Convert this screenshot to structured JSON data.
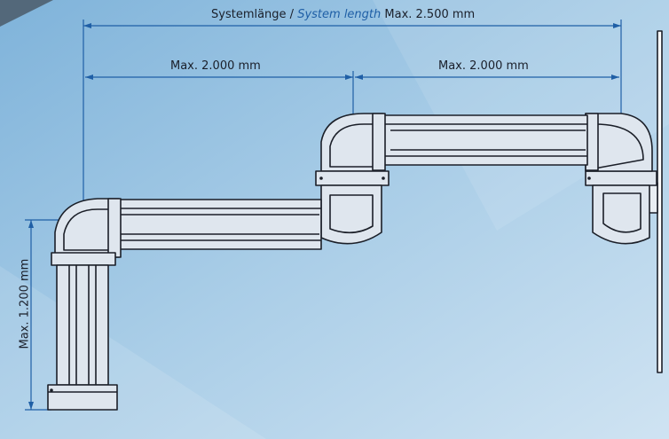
{
  "dimensions": {
    "system_length_de": "Systemlänge",
    "separator": " / ",
    "system_length_en": "System length",
    "system_length_value": "Max. 2.500 mm",
    "left_arm": "Max. 2.000 mm",
    "right_arm": "Max. 2.000 mm",
    "height": "Max. 1.200 mm"
  },
  "colors": {
    "dimension_line": "#1f5fa6",
    "arm_fill": "#dfe6ee",
    "outline": "#1b1f28",
    "wall": "#1b1f28"
  }
}
